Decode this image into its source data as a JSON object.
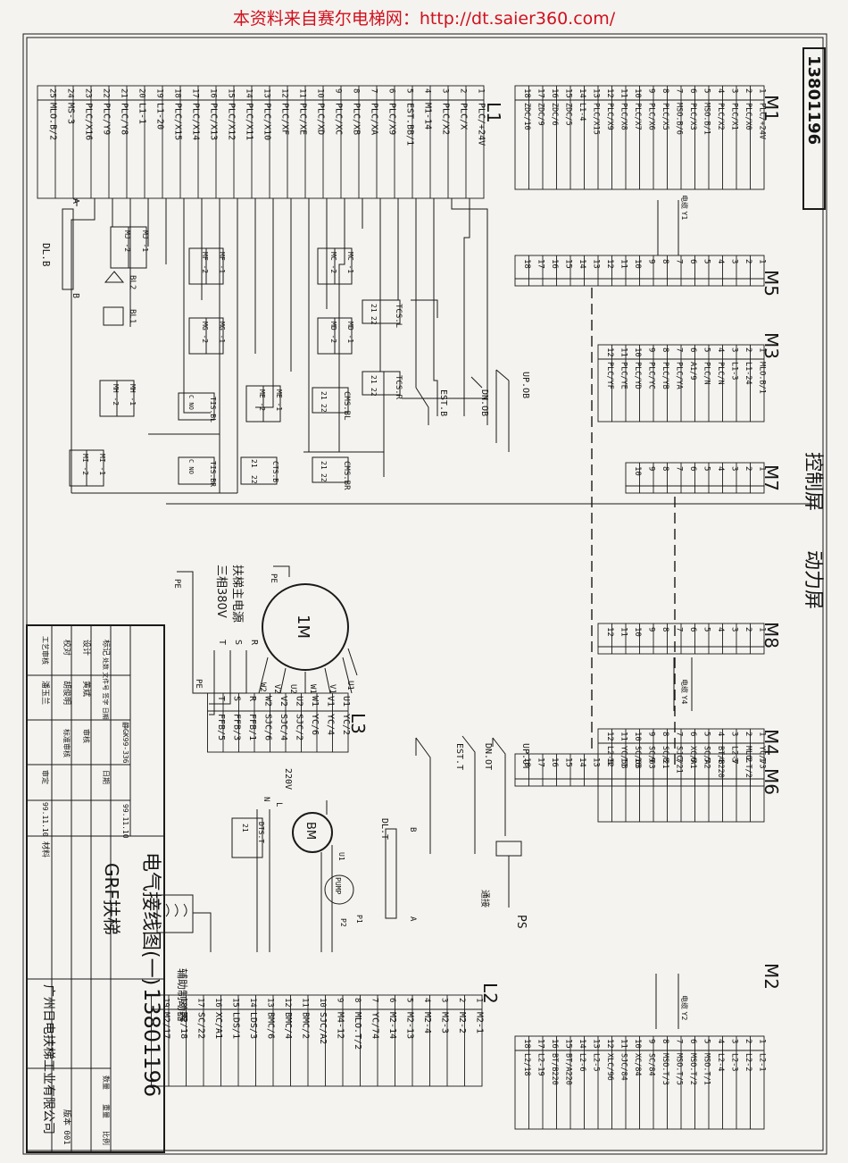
{
  "header": {
    "source_text": "本资料来自赛尔电梯网：http://dt.saier360.com/"
  },
  "drawing_number": "13801196",
  "zones": {
    "control": "控制屏",
    "power": "动力屏"
  },
  "terminal_blocks": {
    "M1": {
      "label": "M1",
      "terminals": [
        {
          "n": "1",
          "s": "PLC/+24V"
        },
        {
          "n": "2",
          "s": "PLC/X0"
        },
        {
          "n": "3",
          "s": "PLC/X1"
        },
        {
          "n": "4",
          "s": "PLC/X2"
        },
        {
          "n": "5",
          "s": "MSO.B/1"
        },
        {
          "n": "6",
          "s": "PLC/X3"
        },
        {
          "n": "7",
          "s": "MSO.B/6"
        },
        {
          "n": "8",
          "s": "PLC/X5"
        },
        {
          "n": "9",
          "s": "PLC/X6"
        },
        {
          "n": "10",
          "s": "PLC/X7"
        },
        {
          "n": "11",
          "s": "PLC/X8"
        },
        {
          "n": "12",
          "s": "PLC/X9"
        },
        {
          "n": "13",
          "s": "PLC/X15"
        },
        {
          "n": "14",
          "s": "L1-4"
        },
        {
          "n": "15",
          "s": "ZDC/5"
        },
        {
          "n": "16",
          "s": "ZDC/6"
        },
        {
          "n": "17",
          "s": "ZDC/9"
        },
        {
          "n": "18",
          "s": "ZDC/10"
        }
      ]
    },
    "L1": {
      "label": "L1",
      "terminals": [
        {
          "n": "1",
          "s": "PLC/+24V"
        },
        {
          "n": "2",
          "s": "PLC/X"
        },
        {
          "n": "3",
          "s": "PLC/X2"
        },
        {
          "n": "4",
          "s": "M1-14"
        },
        {
          "n": "5",
          "s": "EST.BB/1"
        },
        {
          "n": "6",
          "s": "PLC/X9"
        },
        {
          "n": "7",
          "s": "PLC/XA"
        },
        {
          "n": "8",
          "s": "PLC/XB"
        },
        {
          "n": "9",
          "s": "PLC/XC"
        },
        {
          "n": "10",
          "s": "PLC/XD"
        },
        {
          "n": "11",
          "s": "PLC/XE"
        },
        {
          "n": "12",
          "s": "PLC/XF"
        },
        {
          "n": "13",
          "s": "PLC/X10"
        },
        {
          "n": "14",
          "s": "PLC/X11"
        },
        {
          "n": "15",
          "s": "PLC/X12"
        },
        {
          "n": "16",
          "s": "PLC/X13"
        },
        {
          "n": "17",
          "s": "PLC/X14"
        },
        {
          "n": "18",
          "s": "PLC/X15"
        },
        {
          "n": "19",
          "s": "L1-20"
        },
        {
          "n": "20",
          "s": "L1-1"
        },
        {
          "n": "21",
          "s": "PLC/Y8"
        },
        {
          "n": "22",
          "s": "PLC/Y9"
        },
        {
          "n": "23",
          "s": "PLC/X16"
        },
        {
          "n": "24",
          "s": "MS-3"
        },
        {
          "n": "25",
          "s": "MLO.B/2"
        }
      ]
    },
    "M5": {
      "label": "M5",
      "count": 18
    },
    "M3": {
      "label": "M3",
      "terminals": [
        {
          "n": "1",
          "s": "MLO.B/1"
        },
        {
          "n": "2",
          "s": "L1-24"
        },
        {
          "n": "3",
          "s": "L1-3"
        },
        {
          "n": "4",
          "s": "PLC/N"
        },
        {
          "n": "5",
          "s": "PLC/N"
        },
        {
          "n": "6",
          "s": "A1/9"
        },
        {
          "n": "7",
          "s": "PLC/YA"
        },
        {
          "n": "8",
          "s": "PLC/YB"
        },
        {
          "n": "9",
          "s": "PLC/YC"
        },
        {
          "n": "10",
          "s": "PLC/YD"
        },
        {
          "n": "11",
          "s": "PLC/YE"
        },
        {
          "n": "12",
          "s": "PLC/YF"
        }
      ]
    },
    "M7": {
      "label": "M7",
      "count": 10
    },
    "M8": {
      "label": "M8",
      "count": 12
    },
    "M4": {
      "label": "M4",
      "terminals": [
        {
          "n": "1",
          "s": "YC/73"
        },
        {
          "n": "2",
          "s": "MLO.T/2"
        },
        {
          "n": "3",
          "s": "L2-7"
        },
        {
          "n": "4",
          "s": "BT/B220"
        },
        {
          "n": "5",
          "s": "SC/A2"
        },
        {
          "n": "6",
          "s": "XC/A1"
        },
        {
          "n": "7",
          "s": "SJC/21"
        },
        {
          "n": "8",
          "s": "SC/21"
        },
        {
          "n": "9",
          "s": "SC/63"
        },
        {
          "n": "10",
          "s": "SC/63"
        },
        {
          "n": "11",
          "s": "YC/53"
        },
        {
          "n": "12",
          "s": "L2-9"
        }
      ]
    },
    "M6": {
      "label": "M6",
      "count": 18
    },
    "M2": {
      "label": "M2",
      "terminals": [
        {
          "n": "1",
          "s": "L2-1"
        },
        {
          "n": "2",
          "s": "L2-2"
        },
        {
          "n": "3",
          "s": "L2-3"
        },
        {
          "n": "4",
          "s": "L2-4"
        },
        {
          "n": "5",
          "s": "MSO.T/1"
        },
        {
          "n": "6",
          "s": "MSO.T/2"
        },
        {
          "n": "7",
          "s": "MSO.T/5"
        },
        {
          "n": "8",
          "s": "MSO.T/3"
        },
        {
          "n": "9",
          "s": "SC/84"
        },
        {
          "n": "10",
          "s": "XC/84"
        },
        {
          "n": "11",
          "s": "SJC/84"
        },
        {
          "n": "12",
          "s": "XLC/96"
        },
        {
          "n": "13",
          "s": "L2-5"
        },
        {
          "n": "14",
          "s": "L2-6"
        },
        {
          "n": "15",
          "s": "BT/A220"
        },
        {
          "n": "16",
          "s": "BT/B220"
        },
        {
          "n": "17",
          "s": "L2-19"
        },
        {
          "n": "18",
          "s": "L2/18"
        }
      ]
    },
    "L2": {
      "label": "L2",
      "terminals": [
        {
          "n": "1",
          "s": "M2-1"
        },
        {
          "n": "2",
          "s": "M2-2"
        },
        {
          "n": "3",
          "s": "M2-3"
        },
        {
          "n": "4",
          "s": "M2-4"
        },
        {
          "n": "5",
          "s": "M2-13"
        },
        {
          "n": "6",
          "s": "M2-14"
        },
        {
          "n": "7",
          "s": "YC/74"
        },
        {
          "n": "8",
          "s": "MLO.T/2"
        },
        {
          "n": "9",
          "s": "M4-12"
        },
        {
          "n": "10",
          "s": "SJC/A2"
        },
        {
          "n": "11",
          "s": "BMC/2"
        },
        {
          "n": "12",
          "s": "BMC/4"
        },
        {
          "n": "13",
          "s": "BMC/6"
        },
        {
          "n": "14",
          "s": "LDS/3"
        },
        {
          "n": "15",
          "s": "LDS/1"
        },
        {
          "n": "16",
          "s": "XC/A1"
        },
        {
          "n": "17",
          "s": "SC/22"
        },
        {
          "n": "18",
          "s": "M2/18"
        },
        {
          "n": "19",
          "s": "M2/17"
        }
      ]
    },
    "L3": {
      "label": "L3",
      "rows": [
        {
          "n": "U1",
          "s": "YC/2"
        },
        {
          "n": "V1",
          "s": "YC/4"
        },
        {
          "n": "W1",
          "s": "YC/6"
        },
        {
          "n": "U2",
          "s": "SJC/2"
        },
        {
          "n": "V2",
          "s": "SJC/4"
        },
        {
          "n": "W2",
          "s": "SJC/6"
        },
        {
          "n": "R",
          "s": "FFB/1"
        },
        {
          "n": "S",
          "s": "FFB/3"
        },
        {
          "n": "T",
          "s": "FFB/5"
        }
      ]
    }
  },
  "cables": {
    "y1": "电缆 Y1",
    "y4": "电缆 Y4",
    "y2": "电缆 Y2"
  },
  "components": {
    "up_ob": "UP.OB",
    "dn_ob": "DN.OB",
    "est_b": "EST.B",
    "tcs_l": "TCS.L",
    "tcs_r": "TCS.R",
    "cms_bl": "CMS.BL",
    "cms_br": "CMS.BR",
    "mc1": "MC -1",
    "mc2": "MC -2",
    "md1": "MD -1",
    "md2": "MD -2",
    "me1": "ME -1",
    "me2": "ME -2",
    "mf1": "MF -1",
    "mf2": "MF -2",
    "mg1": "MG -1",
    "mg2": "MG -2",
    "mh1": "MH -1",
    "mh2": "MH -2",
    "mi1": "MI -1",
    "mi2": "MI -2",
    "mj1": "MJ -1",
    "mj2": "MJ -2",
    "tis_bl": "TIS.BL",
    "tis_br": "TIS.BR",
    "cts_b": "CTS.B",
    "bl1": "BL1",
    "bl2": "BL2",
    "dlb": "DL.B",
    "a": "A",
    "b": "B",
    "c_no": "C  NO",
    "c21": "21",
    "c22": "22",
    "motor_1m": "1M",
    "u1": "U1",
    "v1": "V1",
    "w1": "W1",
    "u2": "U2",
    "v2": "V2",
    "w2": "W2",
    "r": "R",
    "s": "S",
    "t": "T",
    "pe": "PE",
    "mains_1": "扶梯主电源",
    "mains_2": "三相380V",
    "up_ot": "UP.OT",
    "dn_ot": "DN.OT",
    "est_t": "EST.T",
    "v220": "220V",
    "l": "L",
    "n": "N",
    "bm": "BM",
    "dts_t": "DTS.T",
    "dlt": "DL.T",
    "pump": "PUMP",
    "p1": "P1",
    "p2": "P2",
    "ps": "PS",
    "ps_label": "通接",
    "aux_brake": "辅助制动器"
  },
  "title_block": {
    "rows": [
      {
        "role": "工艺审核",
        "name": "潘玉兰"
      },
      {
        "role": "校对",
        "name": "胡俊明"
      },
      {
        "role": "设计",
        "name": "黄斌"
      },
      {
        "role": "标记",
        "name": "处数  文件号  签字  日期"
      }
    ],
    "std_no": "静GK99-336",
    "check_date": "99.11.10",
    "approve_date": "99.11.10",
    "date_label": "日期",
    "signoff_1": "标准审核",
    "signoff_2": "审核",
    "signoff_3": "审定",
    "material": "材料",
    "drawing_title": "电气接线图(一)",
    "product": "GRF扶梯",
    "number": "13801196",
    "qty_label": "数量",
    "weight_label": "重量",
    "scale_label": "比例",
    "version": "版本 001",
    "company": "广州日电扶梯工业有限公司"
  }
}
